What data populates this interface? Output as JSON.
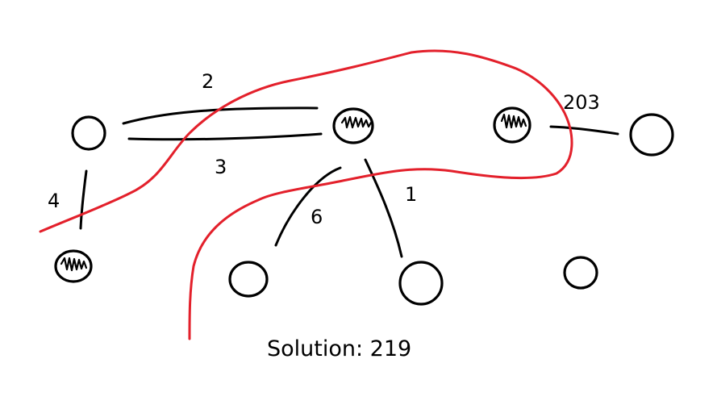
{
  "edge_labels": {
    "top_pair_upper": "2",
    "top_pair_lower": "3",
    "left_vertical": "4",
    "center_left_diag": "6",
    "center_right_diag": "1",
    "right_horizontal": "203"
  },
  "solution_text": "Solution: 219",
  "colors": {
    "cut_curve": "#e3202b",
    "ink": "#000000",
    "background": "#ffffff"
  }
}
